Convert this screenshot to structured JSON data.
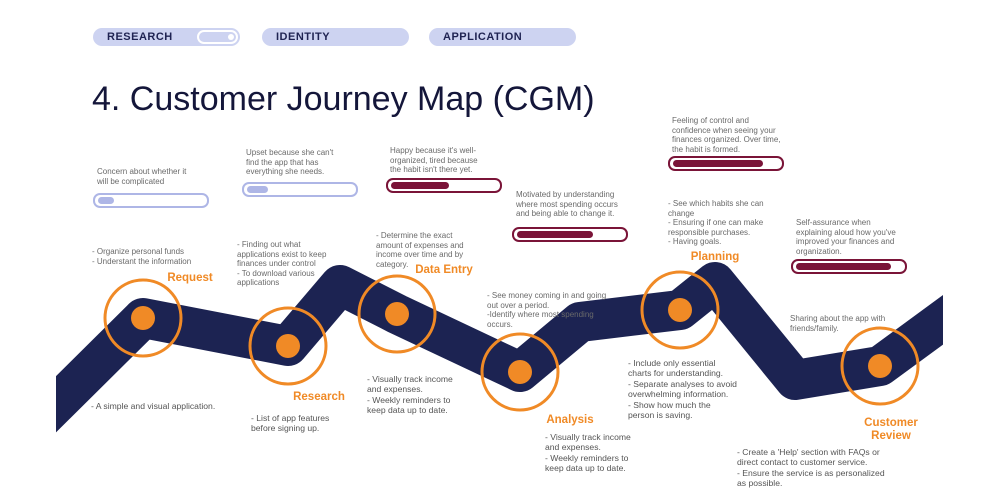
{
  "nav": {
    "tabs": [
      {
        "label": "RESEARCH",
        "active": true
      },
      {
        "label": "IDENTITY",
        "active": false
      },
      {
        "label": "APPLICATION",
        "active": false
      }
    ]
  },
  "title": "4. Customer Journey Map (CGM)",
  "colors": {
    "path": "#1c2352",
    "accent": "#f08a26",
    "bar_light": "#aeb6e6",
    "bar_dark": "#7a1438",
    "pill": "#cdd3f1"
  },
  "stages": [
    {
      "name": "Request",
      "feeling": "Concern about whether it\nwill be complicated",
      "emotion_level": 0.15,
      "actions": "- Organize personal funds\n- Understant the information",
      "opportunities": "- A simple and visual application."
    },
    {
      "name": "Research",
      "feeling": "Upset because she can't\nfind the app that has\neverything she needs.",
      "emotion_level": 0.2,
      "actions": "- Finding out what\napplications exist to keep\nfinances under control\n- To download various\napplications",
      "opportunities": "-  List of app features\nbefore signing up."
    },
    {
      "name": "Data Entry",
      "feeling": "Happy because it's well-\norganized, tired because\nthe habit isn't there yet.",
      "emotion_level": 0.55,
      "actions": "- Determine the exact\namount of expenses and\nincome over time and by\ncategory.",
      "opportunities": "-  Visually track income\nand expenses.\n-  Weekly reminders to\nkeep data up to date."
    },
    {
      "name": "Analysis",
      "feeling": "Motivated by understanding\nwhere most spending occurs\nand being able to change it.",
      "emotion_level": 0.72,
      "actions": "- See money coming in and going\nout over a period.\n-Identify where most spending\noccurs.",
      "opportunities": "-  Visually track income\nand expenses.\n-  Weekly reminders to\nkeep data up to date."
    },
    {
      "name": "Planning",
      "feeling": "Feeling of control and\nconfidence when seeing your\nfinances organized. Over time,\nthe habit is formed.",
      "emotion_level": 0.85,
      "actions": "- See which habits she can\nchange\n- Ensuring if one can make\nresponsible purchases.\n- Having goals.",
      "opportunities": "- Include only essential\ncharts for understanding.\n- Separate analyses to avoid\noverwhelming information.\n- Show how much the\nperson is saving."
    },
    {
      "name": "Customer\nReview",
      "feeling": "Self-assurance when\nexplaining aloud how you've\nimproved your finances and\norganization.",
      "emotion_level": 0.9,
      "actions": "Sharing about the app with\nfriends/family.",
      "opportunities": "- Create a 'Help' section with FAQs or\ndirect contact to customer service.\n- Ensure the service is as personalized\nas possible."
    }
  ]
}
